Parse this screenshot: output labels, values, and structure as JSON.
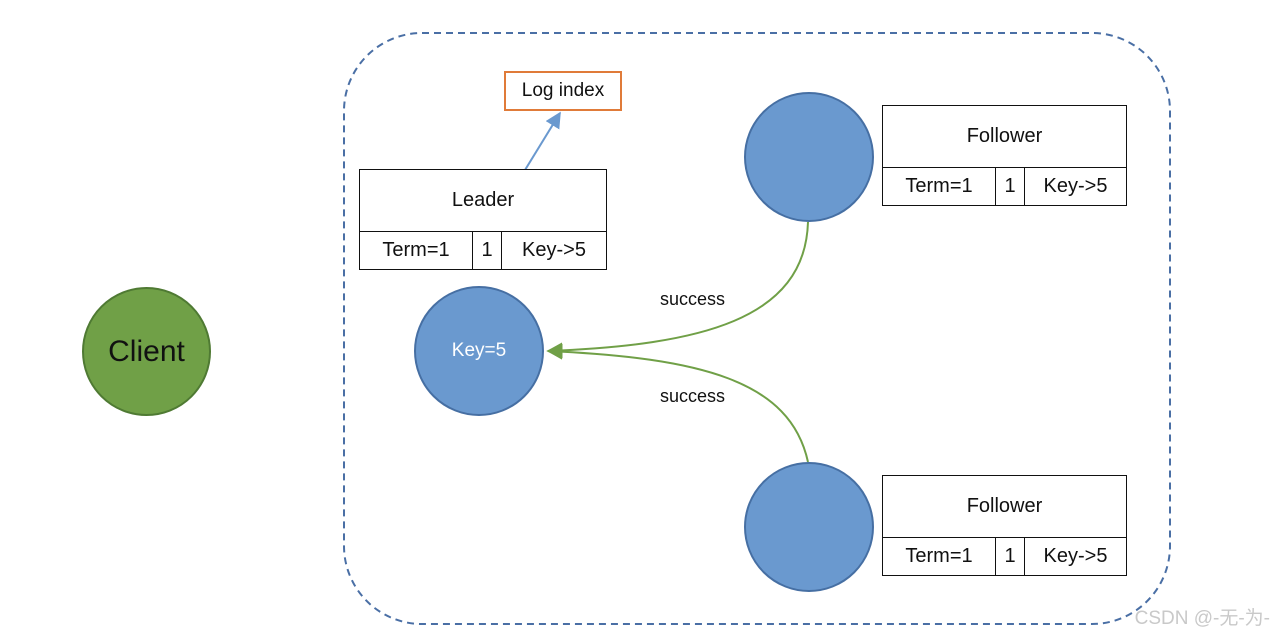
{
  "client": {
    "label": "Client"
  },
  "leader": {
    "node_label": "Key=5",
    "table": {
      "title": "Leader",
      "term": "Term=1",
      "index": "1",
      "entry": "Key->5"
    }
  },
  "log_index_label": "Log index",
  "followers": [
    {
      "table": {
        "title": "Follower",
        "term": "Term=1",
        "index": "1",
        "entry": "Key->5"
      }
    },
    {
      "table": {
        "title": "Follower",
        "term": "Term=1",
        "index": "1",
        "entry": "Key->5"
      }
    }
  ],
  "edges": [
    {
      "label": "success"
    },
    {
      "label": "success"
    }
  ],
  "watermark": "CSDN @-无-为-",
  "colors": {
    "client_fill": "#70a047",
    "node_fill": "#6a99cf",
    "cluster_border": "#4a6fa5",
    "arrow_green": "#70a047",
    "arrow_blue": "#6a99cf",
    "log_index_border": "#e07b39"
  }
}
